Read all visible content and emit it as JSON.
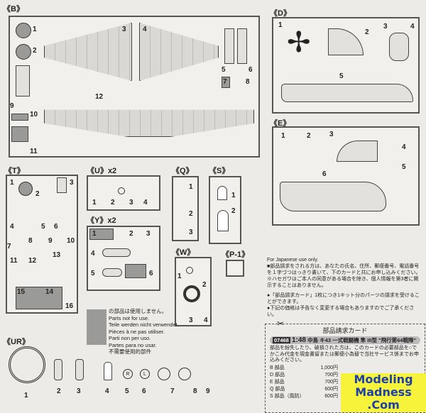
{
  "sections": {
    "B": "《B》",
    "D": "《D》",
    "E": "《E》",
    "T": "《T》",
    "U": "《U》x2",
    "Y": "《Y》x2",
    "Q": "《Q》",
    "S": "《S》",
    "W": "《W》",
    "P1": "《P-1》",
    "UR": "《UR》"
  },
  "b_parts": [
    "1",
    "2",
    "3",
    "4",
    "5",
    "6",
    "7",
    "8",
    "9",
    "10",
    "11",
    "12"
  ],
  "d_parts": [
    "1",
    "2",
    "3",
    "4",
    "5"
  ],
  "e_parts": [
    "1",
    "2",
    "3",
    "4",
    "5",
    "6"
  ],
  "t_parts": [
    "1",
    "2",
    "3",
    "4",
    "5",
    "6",
    "7",
    "8",
    "9",
    "10",
    "11",
    "12",
    "13",
    "14",
    "15",
    "16"
  ],
  "u_parts": [
    "1",
    "2",
    "3",
    "4"
  ],
  "y_parts": [
    "1",
    "2",
    "3",
    "4",
    "5",
    "6"
  ],
  "q_parts": [
    "1",
    "2",
    "3"
  ],
  "s_parts": [
    "1",
    "2"
  ],
  "w_parts": [
    "1",
    "2",
    "3",
    "4"
  ],
  "ur_parts": [
    "1",
    "2",
    "3",
    "4",
    "5",
    "6",
    "7",
    "8",
    "9"
  ],
  "ur_marks": {
    "r": "R",
    "l": "L"
  },
  "not_used": [
    "の部品は使用しません。",
    "Parts not for use.",
    "Teile werden nicht verwendet.",
    "Pièces à ne pas utiliser.",
    "Parti non per uso.",
    "Partes para no usar.",
    "不需要使用的部件"
  ],
  "japanese_notes": [
    "For Japanese use only.",
    "■部品請求をされる方は、あなたの氏名、住所、郵便番号、電話番号を１字づつはっきり書いて、下のカードと共にお申し込みください。",
    "※ハセガワはご本人の同意がある場合を除き、個人情報を第3者に開示することはありません。",
    "●「部品請求カード」1枚につき1キット分のパーツの請求を受けることができます。",
    "●下記の価格は予告なく変更する場合もありますのでご了承ください。"
  ],
  "card": {
    "title": "部品請求カード",
    "code": "07468",
    "scale": "1:48",
    "name": "中島 キ43 一式戦闘機 隼 III型 \"飛行第64戦隊\"",
    "intro": "部品を紛失したり、破損された方は、このカードの必要部品を○でかこみ代金を現金書留または郵便小為替で当社サービス係までお申込みください。",
    "prices": [
      {
        "part": "B 部品",
        "price": "1,000円"
      },
      {
        "part": "D 部品",
        "price": "700円"
      },
      {
        "part": "E 部品",
        "price": "700円"
      },
      {
        "part": "Q 部品",
        "price": "600円"
      },
      {
        "part": "S 部品（風防）",
        "price": "600円"
      }
    ]
  },
  "watermark": [
    "Modeling",
    "Madness",
    ".Com"
  ]
}
